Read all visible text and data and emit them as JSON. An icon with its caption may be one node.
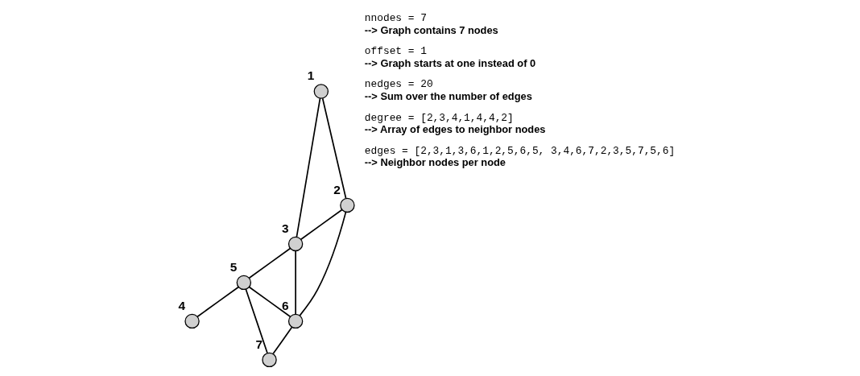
{
  "diagram": {
    "nodes": [
      {
        "text": [
          "1"
        ]
      },
      {
        "text": [
          "2"
        ]
      },
      {
        "text": [
          "3"
        ]
      },
      {
        "text": [
          "4"
        ]
      },
      {
        "text": [
          "5"
        ]
      },
      {
        "text": [
          "6"
        ]
      },
      {
        "text": [
          "7"
        ]
      }
    ],
    "edges": [
      {
        "from": 0,
        "to": 1,
        "arrow": "none"
      },
      {
        "from": 0,
        "to": 2,
        "arrow": "none"
      },
      {
        "from": 1,
        "to": 2,
        "arrow": "none"
      },
      {
        "from": 1,
        "to": 5,
        "arrow": "none"
      },
      {
        "from": 2,
        "to": 5,
        "arrow": "none"
      },
      {
        "from": 2,
        "to": 4,
        "arrow": "none"
      },
      {
        "from": 4,
        "to": 3,
        "arrow": "none"
      },
      {
        "from": 4,
        "to": 5,
        "arrow": "none"
      },
      {
        "from": 4,
        "to": 6,
        "arrow": "none"
      },
      {
        "from": 5,
        "to": 6,
        "arrow": "none"
      }
    ],
    "labels": [
      "nnodes = 7",
      "--> Graph contains 7 nodes",
      "offset = 1",
      "--> Graph starts at one instead of 0",
      "nedges = 20",
      "--> Sum over the number of edges",
      "degree = [2,3,4,1,4,4,2]",
      "--> Array of edges to neighbor nodes",
      "edges = [2,3,1,3,6,1,2,5,6,5, 3,4,6,7,2,3,5,7,5,6]",
      "--> Neighbor nodes per node"
    ]
  }
}
